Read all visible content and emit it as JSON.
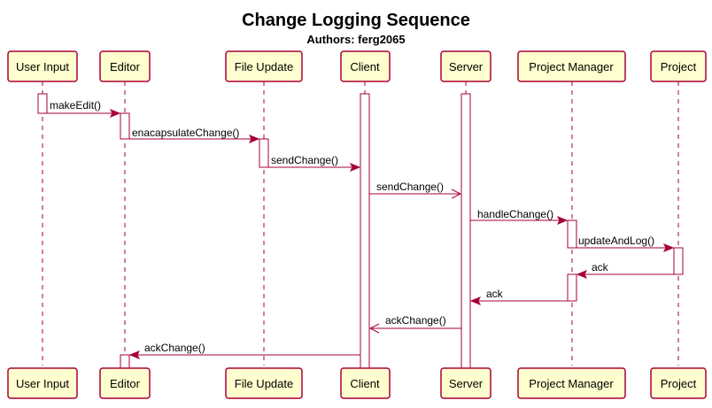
{
  "diagram": {
    "title": "Change Logging Sequence",
    "subtitle": "Authors: ferg2065",
    "participants": [
      {
        "name": "User Input"
      },
      {
        "name": "Editor"
      },
      {
        "name": "File Update"
      },
      {
        "name": "Client"
      },
      {
        "name": "Server"
      },
      {
        "name": "Project Manager"
      },
      {
        "name": "Project"
      }
    ],
    "messages": [
      {
        "label": "makeEdit()",
        "from": "User Input",
        "to": "Editor",
        "style": "sync"
      },
      {
        "label": "enacapsulateChange()",
        "from": "Editor",
        "to": "File Update",
        "style": "sync"
      },
      {
        "label": "sendChange()",
        "from": "File Update",
        "to": "Client",
        "style": "sync"
      },
      {
        "label": "sendChange()",
        "from": "Client",
        "to": "Server",
        "style": "async"
      },
      {
        "label": "handleChange()",
        "from": "Server",
        "to": "Project Manager",
        "style": "sync"
      },
      {
        "label": "updateAndLog()",
        "from": "Project Manager",
        "to": "Project",
        "style": "sync"
      },
      {
        "label": "ack",
        "from": "Project",
        "to": "Project Manager",
        "style": "sync"
      },
      {
        "label": "ack",
        "from": "Project Manager",
        "to": "Server",
        "style": "sync"
      },
      {
        "label": "ackChange()",
        "from": "Server",
        "to": "Client",
        "style": "async"
      },
      {
        "label": "ackChange()",
        "from": "Client",
        "to": "Editor",
        "style": "sync"
      }
    ],
    "colors": {
      "participant_fill": "#FEFECE",
      "participant_border": "#A80036",
      "arrow": "#A80036",
      "lifeline": "#A80036"
    }
  }
}
